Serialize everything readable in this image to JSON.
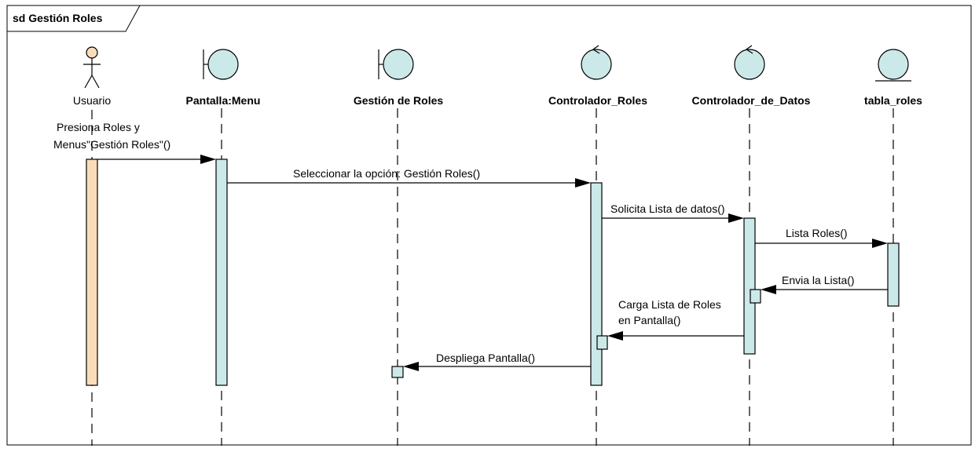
{
  "frame": {
    "title": "sd Gestión Roles"
  },
  "participants": [
    {
      "id": "usuario",
      "name": "Usuario",
      "kind": "actor",
      "bold": false
    },
    {
      "id": "pantalla",
      "name": "Pantalla:Menu",
      "kind": "boundary",
      "bold": true
    },
    {
      "id": "gestion",
      "name": "Gestión de Roles",
      "kind": "boundary",
      "bold": true
    },
    {
      "id": "ctrl_roles",
      "name": "Controlador_Roles",
      "kind": "control",
      "bold": true
    },
    {
      "id": "ctrl_datos",
      "name": "Controlador_de_Datos",
      "kind": "control",
      "bold": true
    },
    {
      "id": "tabla",
      "name": "tabla_roles",
      "kind": "entity",
      "bold": true
    }
  ],
  "messages": [
    {
      "id": "m1",
      "from": "usuario",
      "to": "pantalla",
      "label_lines": [
        "Presiona Roles y",
        "Menus\"Gestión Roles\"()"
      ]
    },
    {
      "id": "m2",
      "from": "pantalla",
      "to": "ctrl_roles",
      "label_lines": [
        "Seleccionar la opción:  Gestión Roles()"
      ]
    },
    {
      "id": "m3",
      "from": "ctrl_roles",
      "to": "ctrl_datos",
      "label_lines": [
        "Solicita Lista de datos()"
      ]
    },
    {
      "id": "m4",
      "from": "ctrl_datos",
      "to": "tabla",
      "label_lines": [
        "Lista Roles()"
      ]
    },
    {
      "id": "m5",
      "from": "tabla",
      "to": "ctrl_datos",
      "label_lines": [
        "Envia la Lista()"
      ]
    },
    {
      "id": "m6",
      "from": "ctrl_datos",
      "to": "ctrl_roles",
      "label_lines": [
        "Carga Lista de Roles",
        "en Pantalla()"
      ]
    },
    {
      "id": "m7",
      "from": "ctrl_roles",
      "to": "gestion",
      "label_lines": [
        "Despliega Pantalla()"
      ]
    }
  ],
  "colors": {
    "activation_fill": "#cce9ea",
    "actor_activation_fill": "#f9ddbb",
    "actor_head_fill": "#f9ddbb",
    "icon_fill": "#cce9ea",
    "line": "#000000"
  }
}
